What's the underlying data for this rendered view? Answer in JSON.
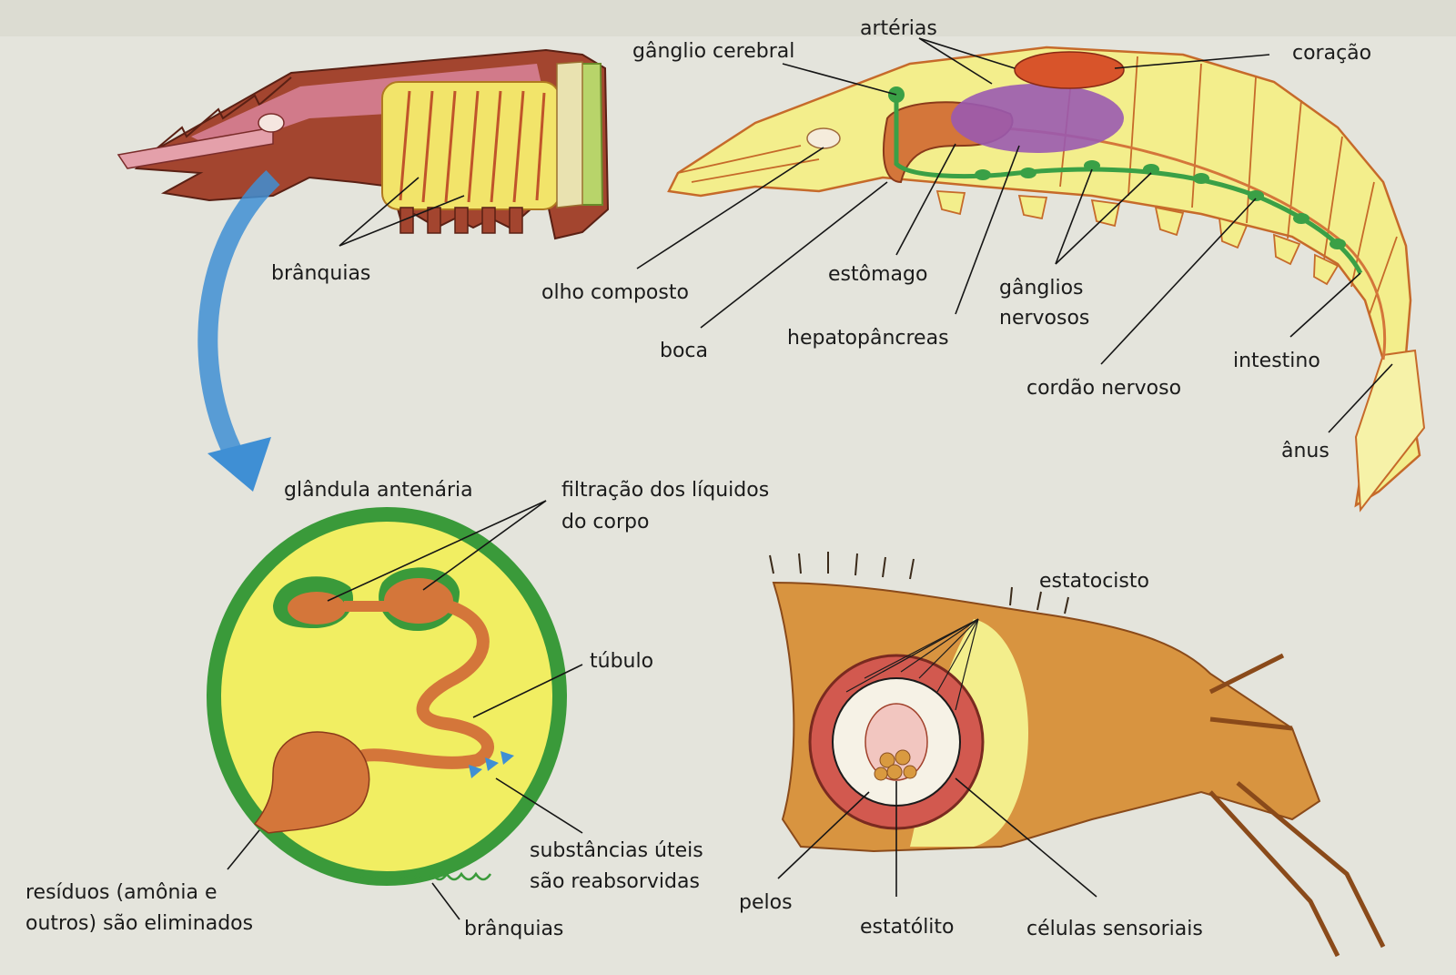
{
  "colors": {
    "paper": "#e4e4dc",
    "gland_border": "#3a9a3a",
    "gland_fill": "#f1ee62",
    "organ_orange": "#d4763a",
    "nerve_green": "#3aa046",
    "heart": "#d8542a",
    "hepatopancreas": "#9a5ab0",
    "arrow_blue": "#3f8fd4"
  },
  "labels": {
    "branquias_top": "brânquias",
    "olho_composto": "olho composto",
    "boca": "boca",
    "ganglio_cerebral": "gânglio cerebral",
    "arterias": "artérias",
    "coracao": "coração",
    "estomago": "estômago",
    "hepatopancreas": "hepatopâncreas",
    "ganglios_nervosos": [
      "gânglios",
      "nervosos"
    ],
    "intestino": "intestino",
    "cordao_nervoso": "cordão nervoso",
    "anus": "ânus",
    "glandula_antenaria": "glândula antenária",
    "filtracao": [
      "filtração dos líquidos",
      "do corpo"
    ],
    "tubulo": "túbulo",
    "substancias": [
      "substâncias úteis",
      "são reabsorvidas"
    ],
    "residuos": [
      "resíduos (amônia e",
      "outros) são eliminados"
    ],
    "branquias_bottom": "brânquias",
    "estatocisto": "estatocisto",
    "pelos": "pelos",
    "estatolito": "estatólito",
    "celulas_sensoriais": "células sensoriais"
  }
}
